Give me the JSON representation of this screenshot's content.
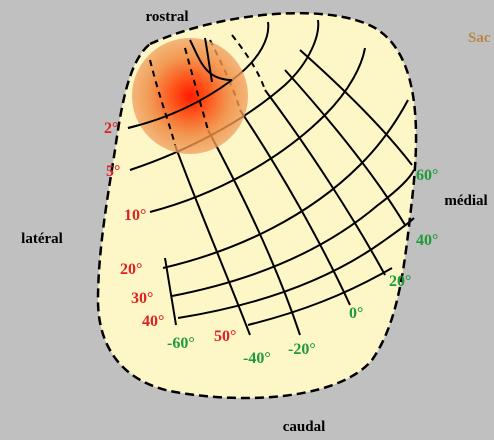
{
  "colors": {
    "background": "#c0c0c0",
    "region_fill": "#fdf6c6",
    "region_stroke": "#000000",
    "grid_stroke": "#000000",
    "elevation_labels": "#dd2222",
    "azimuth_labels": "#1e9a3a",
    "cut_label": "#b8864a",
    "hotspot_center": "#ff1a00",
    "hotspot_edge": "#f0a060"
  },
  "directions": {
    "rostral": "rostral",
    "caudal": "caudal",
    "lateral": "latéral",
    "medial": "médial"
  },
  "cut_label": "Sac",
  "elevation_labels": [
    "2°",
    "5°",
    "10°",
    "20°",
    "30°",
    "40°",
    "50°"
  ],
  "azimuth_labels": [
    "-60°",
    "-40°",
    "-20°",
    "0°",
    "20°",
    "40°",
    "60°"
  ],
  "hotspot": {
    "elevation": "2°",
    "azimuth": "-40°"
  }
}
